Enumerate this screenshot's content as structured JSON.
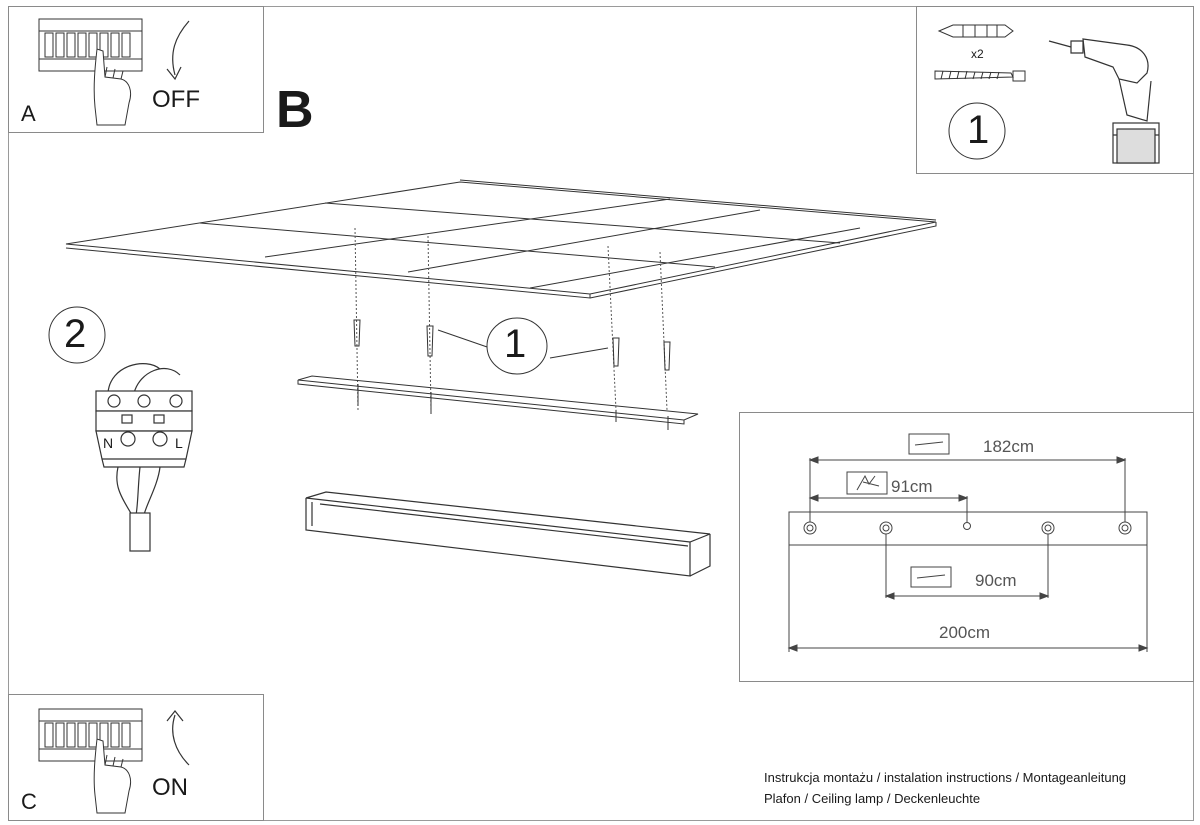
{
  "panels": {
    "a": {
      "letter": "A",
      "state": "OFF"
    },
    "b": {
      "letter": "B"
    },
    "c": {
      "letter": "C",
      "state": "ON"
    }
  },
  "tools": {
    "dowel_qty": "x2",
    "step": "1"
  },
  "wiring": {
    "step": "2",
    "terminals": [
      "N",
      "L"
    ]
  },
  "assembly": {
    "step_label": "1"
  },
  "dimensions": {
    "d182": "182cm",
    "d91": "91cm",
    "d90": "90cm",
    "d200": "200cm"
  },
  "footer": {
    "line1": "Instrukcja montażu / instalation instructions / Montageanleitung",
    "line2": "Plafon / Ceiling lamp / Deckenleuchte"
  },
  "colors": {
    "line": "#333333",
    "frame": "#8a8a8a",
    "dim_text": "#555555"
  }
}
